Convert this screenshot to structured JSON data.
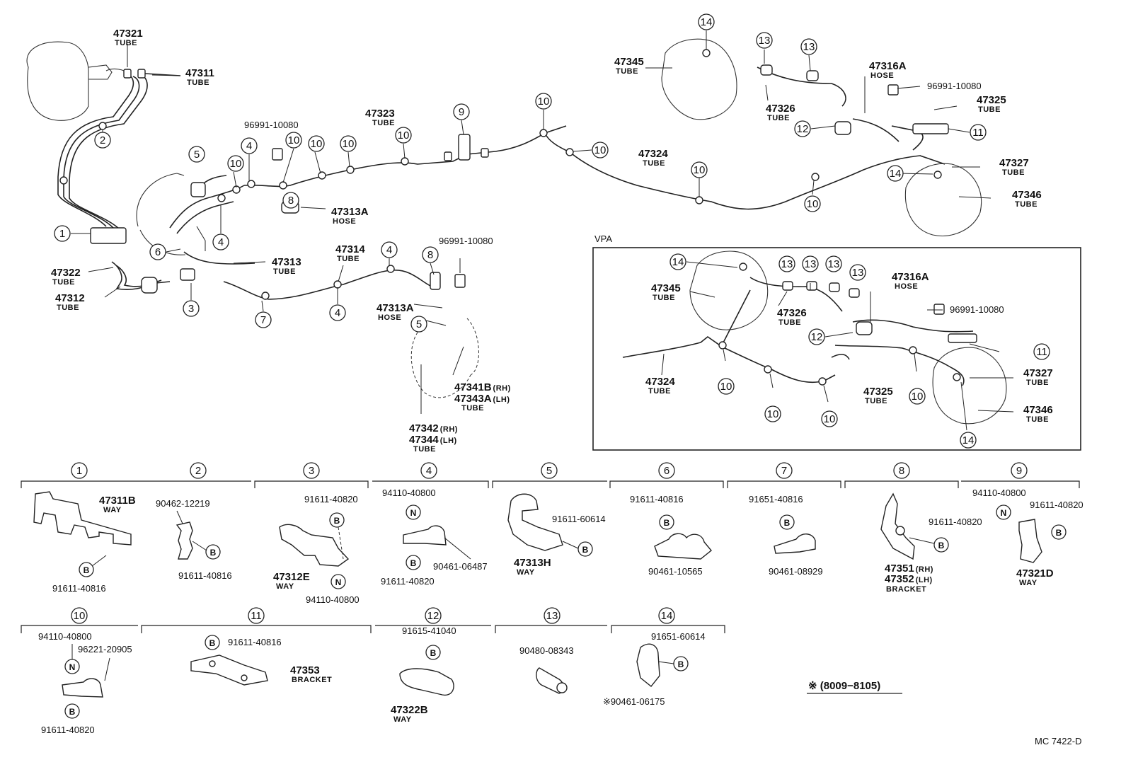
{
  "diagram_code": "MC 7422-D",
  "date_note": "※ (8009−8105)",
  "vpa_label": "VPA",
  "main_labels": {
    "l47321": {
      "pn": "47321",
      "cap": "TUBE"
    },
    "l47311": {
      "pn": "47311",
      "cap": "TUBE"
    },
    "l96991a": {
      "pn": "96991-10080"
    },
    "l47323": {
      "pn": "47323",
      "cap": "TUBE"
    },
    "l47313A": {
      "pn": "47313A",
      "cap": "HOSE"
    },
    "l47313": {
      "pn": "47313",
      "cap": "TUBE"
    },
    "l47314": {
      "pn": "47314",
      "cap": "TUBE"
    },
    "l96991b": {
      "pn": "96991-10080"
    },
    "l47313A2": {
      "pn": "47313A",
      "cap": "HOSE"
    },
    "l47341": {
      "pn": "47341B",
      "suffix": "(RH)"
    },
    "l47343": {
      "pn": "47343A",
      "suffix": "(LH)",
      "cap": "TUBE"
    },
    "l47342": {
      "pn": "47342",
      "suffix": "(RH)"
    },
    "l47344": {
      "pn": "47344",
      "suffix": "(LH)",
      "cap": "TUBE"
    },
    "l47322": {
      "pn": "47322",
      "cap": "TUBE"
    },
    "l47312": {
      "pn": "47312",
      "cap": "TUBE"
    },
    "l47324": {
      "pn": "47324",
      "cap": "TUBE"
    },
    "l47345": {
      "pn": "47345",
      "cap": "TUBE"
    },
    "l47326": {
      "pn": "47326",
      "cap": "TUBE"
    },
    "l47316A": {
      "pn": "47316A",
      "cap": "HOSE"
    },
    "l96991c": {
      "pn": "96991-10080"
    },
    "l47325": {
      "pn": "47325",
      "cap": "TUBE"
    },
    "l47327": {
      "pn": "47327",
      "cap": "TUBE"
    },
    "l47346": {
      "pn": "47346",
      "cap": "TUBE"
    }
  },
  "vpa_labels": {
    "v47345": {
      "pn": "47345",
      "cap": "TUBE"
    },
    "v47326": {
      "pn": "47326",
      "cap": "TUBE"
    },
    "v47316A": {
      "pn": "47316A",
      "cap": "HOSE"
    },
    "v96991": {
      "pn": "96991-10080"
    },
    "v47324": {
      "pn": "47324",
      "cap": "TUBE"
    },
    "v47325": {
      "pn": "47325",
      "cap": "TUBE"
    },
    "v47327": {
      "pn": "47327",
      "cap": "TUBE"
    },
    "v47346": {
      "pn": "47346",
      "cap": "TUBE"
    }
  },
  "callout_numbers": [
    "1",
    "2",
    "3",
    "4",
    "5",
    "6",
    "7",
    "8",
    "9",
    "10",
    "11",
    "12",
    "13",
    "14"
  ],
  "bolt_letter": "B",
  "nut_letter": "N",
  "details": {
    "d1": {
      "num": "1",
      "part": "47311B",
      "cap": "WAY",
      "bolt": "91611-40816"
    },
    "d2": {
      "num": "2",
      "clamp": "90462-12219",
      "bolt": "91611-40816"
    },
    "d3": {
      "num": "3",
      "bolt": "91611-40820",
      "part": "47312E",
      "cap": "WAY",
      "nut": "94110-40800"
    },
    "d4": {
      "num": "4",
      "nut": "94110-40800",
      "clamp": "90461-06487",
      "bolt": "91611-40820"
    },
    "d5": {
      "num": "5",
      "bolt": "91611-60614",
      "part": "47313H",
      "cap": "WAY"
    },
    "d6": {
      "num": "6",
      "bolt": "91611-40816",
      "clamp": "90461-10565"
    },
    "d7": {
      "num": "7",
      "bolt": "91651-40816",
      "clamp": "90461-08929"
    },
    "d8": {
      "num": "8",
      "bolt": "91611-40820",
      "part_rh": "47351",
      "rh": "(RH)",
      "part_lh": "47352",
      "lh": "(LH)",
      "cap": "BRACKET"
    },
    "d9": {
      "num": "9",
      "nut": "94110-40800",
      "bolt": "91611-40820",
      "part": "47321D",
      "cap": "WAY"
    },
    "d10": {
      "num": "10",
      "nut": "94110-40800",
      "clip": "96221-20905",
      "bolt": "91611-40820"
    },
    "d11": {
      "num": "11",
      "bolt": "91611-40816",
      "part": "47353",
      "cap": "BRACKET"
    },
    "d12": {
      "num": "12",
      "bolt": "91615-41040",
      "part": "47322B",
      "cap": "WAY"
    },
    "d13": {
      "num": "13",
      "grommet": "90480-08343"
    },
    "d14": {
      "num": "14",
      "bolt": "91651-60614",
      "clamp": "※90461-06175"
    }
  }
}
